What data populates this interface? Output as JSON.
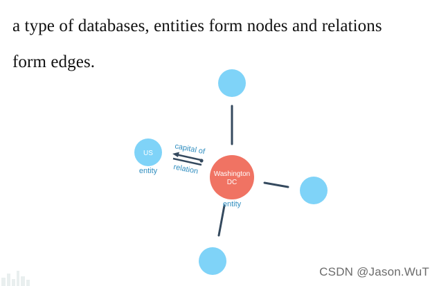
{
  "text": {
    "line1": "a type of databases, entities form nodes and relations",
    "line2": "form edges."
  },
  "diagram": {
    "center_node": {
      "label_line1": "Washington",
      "label_line2": "DC",
      "caption": "entity",
      "color": "#f07363"
    },
    "left_node": {
      "label": "US",
      "caption": "entity",
      "color": "#7fd3f8"
    },
    "edge_labels": {
      "top": "capital of",
      "bottom": "relation"
    },
    "caption_color": "#2f8dbf",
    "edge_color": "#34495e",
    "blank_node_color": "#7fd3f8"
  },
  "watermark": "CSDN @Jason.WuT"
}
